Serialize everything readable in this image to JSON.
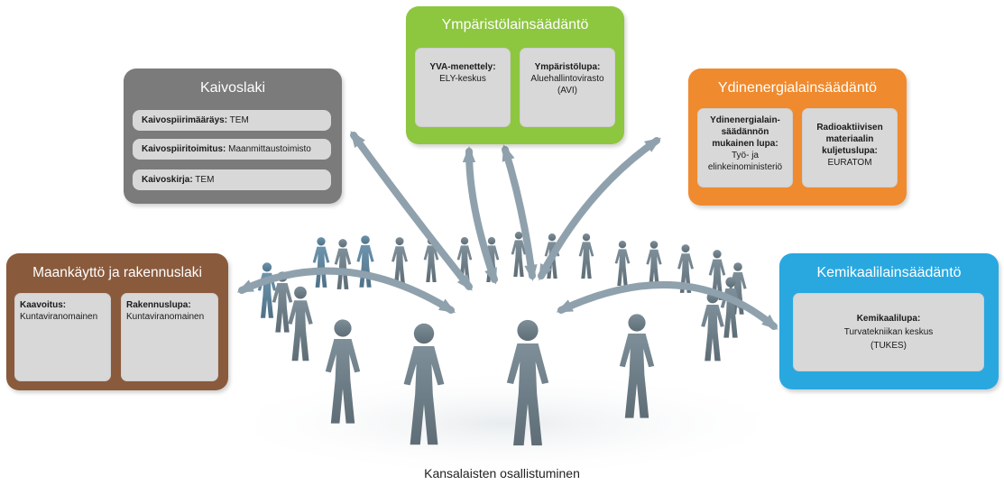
{
  "caption": "Kansalaisten osallistuminen",
  "colors": {
    "kaivoslaki": "#7b7b7b",
    "ymparisto": "#8dc63f",
    "ydinenergia": "#ef8a2e",
    "kemikaali": "#29a8e0",
    "maankaytto": "#8a5a3c",
    "arrow": "#8fa1ad",
    "figure": "#6f7f89"
  },
  "kaivoslaki": {
    "title": "Kaivoslaki",
    "items": [
      {
        "label": "Kaivospiirimääräys:",
        "value": " TEM"
      },
      {
        "label": "Kaivospiiritoimitus:",
        "value": " Maanmittaustoimisto"
      },
      {
        "label": "Kaivoskirja:",
        "value": " TEM"
      }
    ]
  },
  "ymparisto": {
    "title": "Ympäristölainsäädäntö",
    "panels": [
      {
        "label": "YVA-menettely:",
        "value": "ELY-keskus"
      },
      {
        "label": "Ympäristölupa:",
        "value": "Aluehallintovirasto (AVI)"
      }
    ]
  },
  "ydinenergia": {
    "title": "Ydinenergialainsäädäntö",
    "panels": [
      {
        "label": "Ydinenergialain-säädännön mukainen lupa:",
        "value": "Työ- ja elinkeinoministeriö"
      },
      {
        "label": "Radioaktiivisen materiaalin kuljetuslupa:",
        "value": "EURATOM"
      }
    ]
  },
  "maankaytto": {
    "title": "Maankäyttö ja rakennuslaki",
    "panels": [
      {
        "label": "Kaavoitus:",
        "value": "Kuntaviranomainen"
      },
      {
        "label": "Rakennuslupa:",
        "value": "Kuntaviranomainen"
      }
    ]
  },
  "kemikaali": {
    "title": "Kemikaalilainsäädäntö",
    "panel": {
      "label": "Kemikaalilupa:",
      "value": "Turvatekniikan keskus",
      "value2": "(TUKES)"
    }
  }
}
